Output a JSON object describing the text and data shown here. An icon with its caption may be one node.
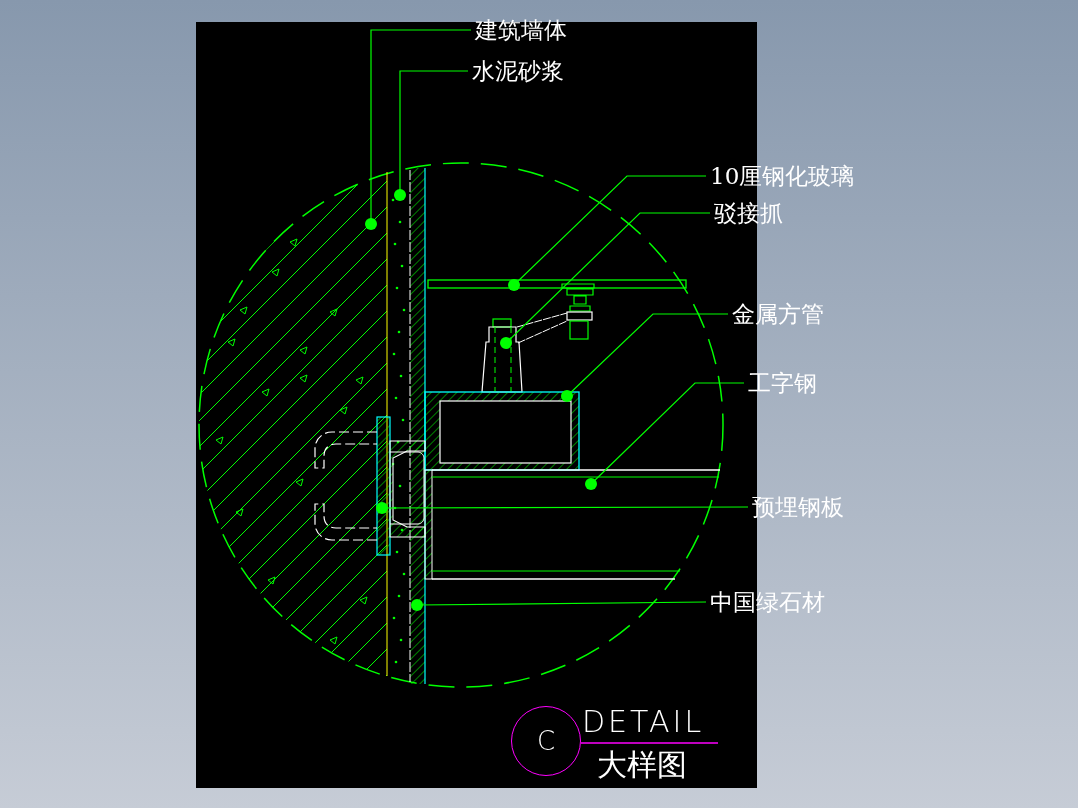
{
  "diagram": {
    "nodes": [
      {
        "text": [
          "建筑墙体"
        ]
      },
      {
        "text": [
          "水泥砂浆"
        ]
      },
      {
        "text": [
          "10厘钢化玻璃"
        ]
      },
      {
        "text": [
          "驳接抓"
        ]
      },
      {
        "text": [
          "金属方管"
        ]
      },
      {
        "text": [
          "工字钢"
        ]
      },
      {
        "text": [
          "预埋钢板"
        ]
      },
      {
        "text": [
          "中国绿石材"
        ]
      },
      {
        "text": [
          "C"
        ],
        "beside": [
          "DETAIL",
          "大样图"
        ]
      }
    ],
    "edges": [
      {
        "from": 0,
        "to": null,
        "arrow": "other"
      },
      {
        "from": 1,
        "to": null,
        "arrow": "other"
      },
      {
        "from": 2,
        "to": null,
        "arrow": "other"
      },
      {
        "from": 3,
        "to": null,
        "arrow": "other"
      },
      {
        "from": 4,
        "to": null,
        "arrow": "other"
      },
      {
        "from": 5,
        "to": null,
        "arrow": "other"
      },
      {
        "from": 6,
        "to": null,
        "arrow": "other"
      },
      {
        "from": 7,
        "to": null,
        "arrow": "other"
      }
    ]
  }
}
